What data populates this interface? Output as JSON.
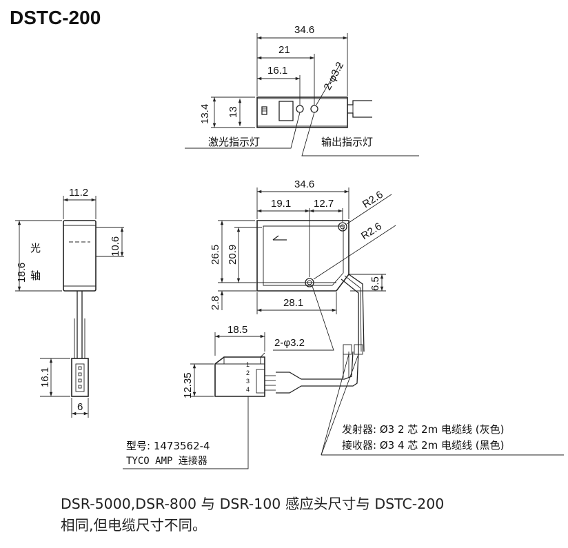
{
  "title": "DSTC-200",
  "top_view": {
    "dim_total_width": "34.6",
    "dim_21": "21",
    "dim_16_1": "16.1",
    "dim_hole": "2-φ3.2",
    "dim_height_outer": "13.4",
    "dim_height_inner": "13",
    "label_laser": "激光指示灯",
    "label_output": "输出指示灯"
  },
  "side_view": {
    "dim_width": "11.2",
    "dim_total_height": "18.6",
    "dim_window": "10.6",
    "label_optical_axis": [
      "光",
      "轴"
    ],
    "dim_connector_height": "16.1",
    "dim_connector_width": "6"
  },
  "front_view": {
    "dim_total_width": "34.6",
    "dim_19_1": "19.1",
    "dim_12_7": "12.7",
    "dim_r_top": "R2.6",
    "dim_r_bottom": "R2.6",
    "dim_height_26_5": "26.5",
    "dim_height_20_9": "20.9",
    "dim_2_8": "2.8",
    "dim_6_5": "6.5",
    "dim_28_1": "28.1",
    "dim_hole": "2-φ3.2"
  },
  "connector": {
    "dim_width": "18.5",
    "dim_height": "12.35",
    "pins": [
      "1",
      "2",
      "3",
      "4"
    ],
    "model_line": "型号: 1473562-4",
    "type_line": "TYCO AMP 连接器"
  },
  "cables": {
    "emitter": "发射器: Ø3 2 芯 2m 电缆线 (灰色)",
    "receiver": "接收器: Ø3 4 芯 2m 电缆线 (黑色)"
  },
  "note": {
    "line1": "DSR-5000,DSR-800 与 DSR-100 感应头尺寸与 DSTC-200",
    "line2": "相同,但电缆尺寸不同。"
  }
}
